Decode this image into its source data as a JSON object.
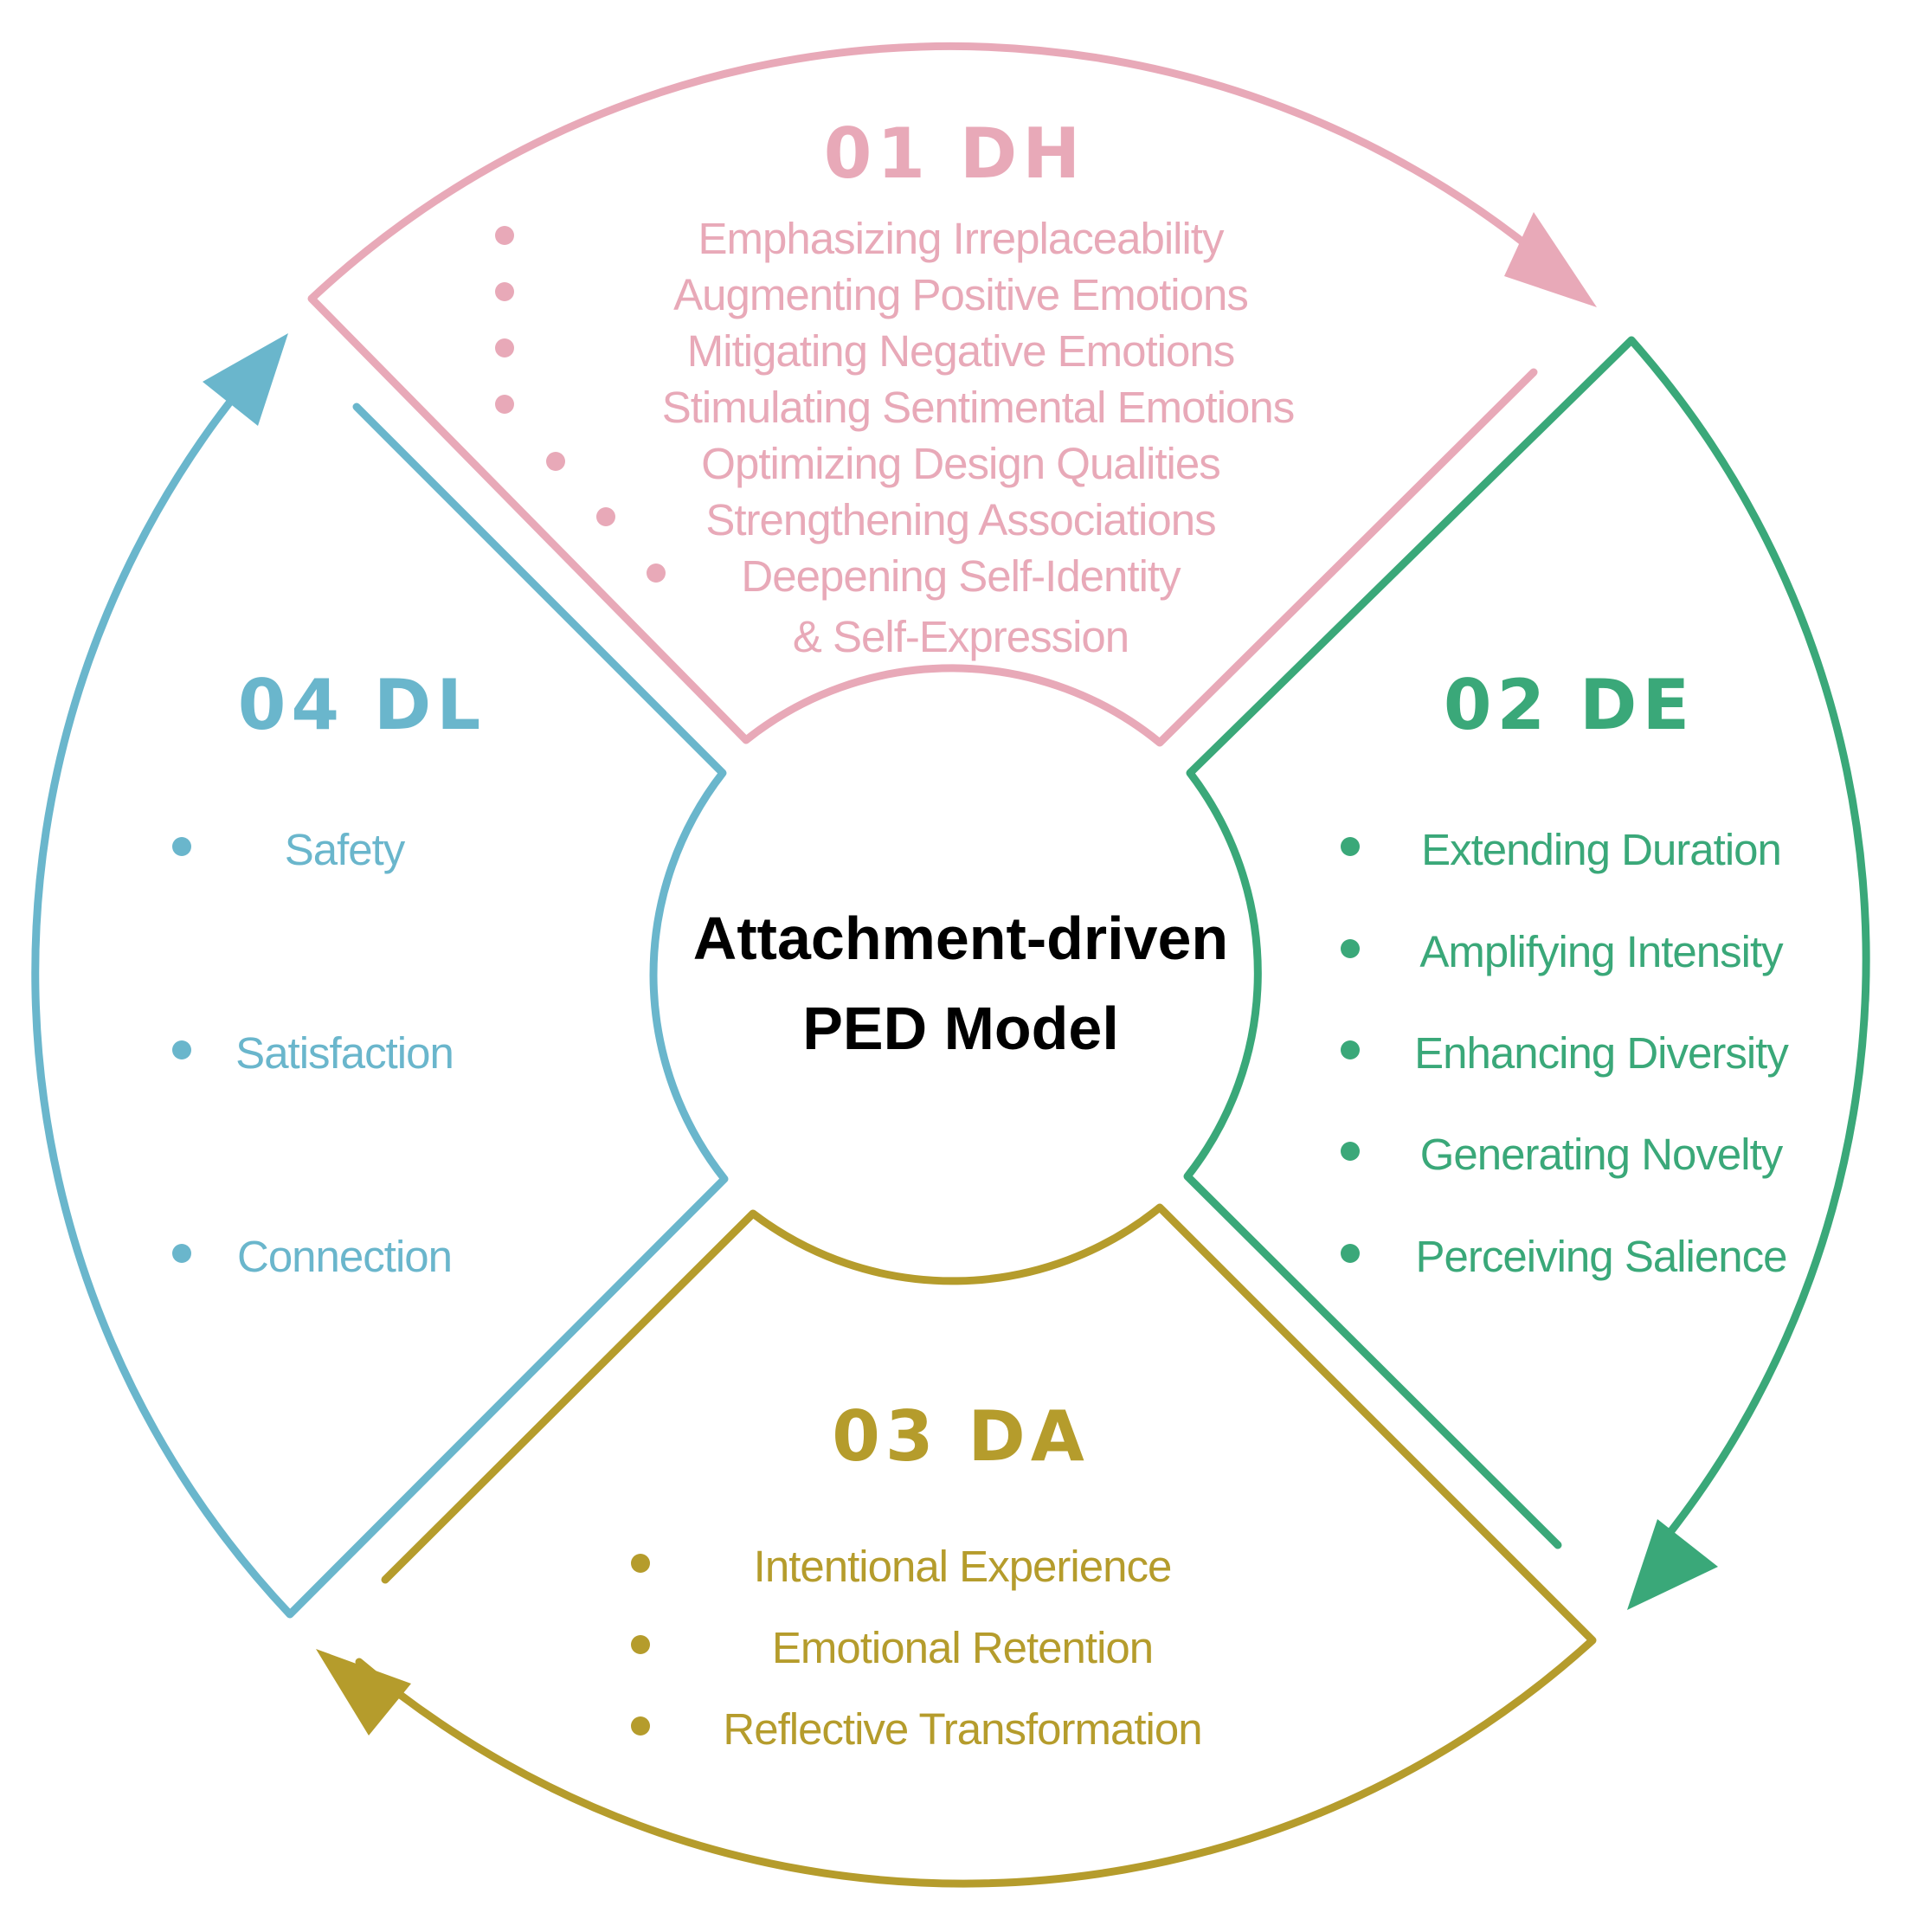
{
  "center": {
    "line1": "Attachment-driven",
    "line2": "PED Model"
  },
  "colors": {
    "dh": "#e8a9b8",
    "de": "#3aa879",
    "da": "#b59c2c",
    "dl": "#6ab6cc",
    "center_text": "#000000"
  },
  "sections": {
    "dh": {
      "heading": "01 DH",
      "items": [
        "Emphasizing Irreplaceability",
        "Augmenting Positive Emotions",
        "Mitigating Negative Emotions",
        "Stimulating Sentimental Emotions",
        "Optimizing Design Qualities",
        "Strengthening Associations",
        "Deepening Self-Identity",
        "& Self-Expression"
      ]
    },
    "de": {
      "heading": "02 DE",
      "items": [
        "Extending Duration",
        "Amplifying Intensity",
        "Enhancing Diversity",
        "Generating Novelty",
        "Perceiving Salience"
      ]
    },
    "da": {
      "heading": "03 DA",
      "items": [
        "Intentional Experience",
        "Emotional Retention",
        "Reflective Transformation"
      ]
    },
    "dl": {
      "heading": "04 DL",
      "items": [
        "Safety",
        "Satisfaction",
        "Connection"
      ]
    }
  }
}
